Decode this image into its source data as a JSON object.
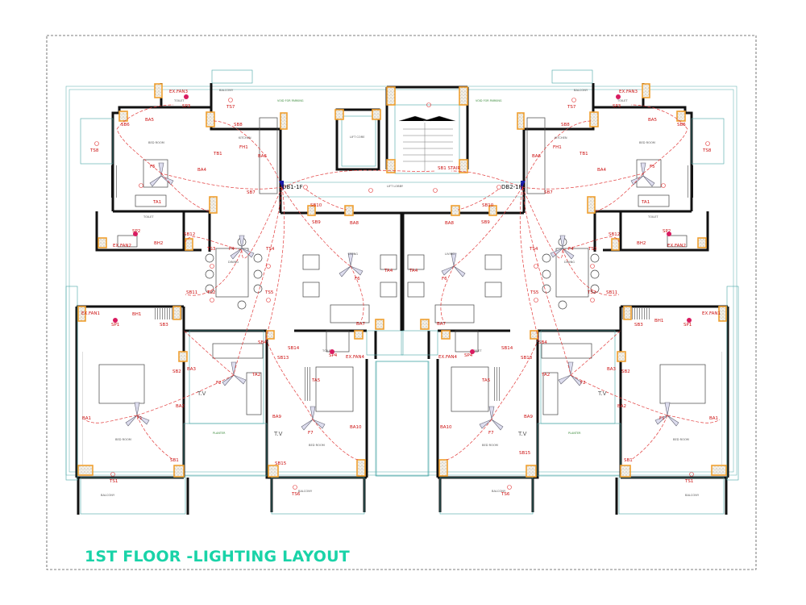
{
  "title": "1ST FLOOR -LIGHTING LAYOUT",
  "colors": {
    "circuit": "#e23b3b",
    "wall": "#111111",
    "column": "#f0a030",
    "outline": "#4aa7a7",
    "title": "#19d3a8",
    "db_marker": "#1a1aa8"
  },
  "panels": {
    "left": "DB1-1F",
    "right": "DB2-1F"
  },
  "fixtures_left": [
    {
      "id": "EX.FAN3"
    },
    {
      "id": "SP3"
    },
    {
      "id": "TS7"
    },
    {
      "id": "SB8"
    },
    {
      "id": "BA5"
    },
    {
      "id": "SB6"
    },
    {
      "id": "TS8"
    },
    {
      "id": "F5"
    },
    {
      "id": "BA4"
    },
    {
      "id": "TB1"
    },
    {
      "id": "FH1"
    },
    {
      "id": "BA6"
    },
    {
      "id": "SB7"
    },
    {
      "id": "TA1"
    },
    {
      "id": "BH2"
    },
    {
      "id": "SP2"
    },
    {
      "id": "SB12"
    },
    {
      "id": "EX.FAN2"
    },
    {
      "id": "TS3"
    },
    {
      "id": "F4"
    },
    {
      "id": "TS4"
    },
    {
      "id": "SB11"
    },
    {
      "id": "TS2"
    },
    {
      "id": "TS5"
    },
    {
      "id": "EX.FAN1"
    },
    {
      "id": "SP1"
    },
    {
      "id": "SB3"
    },
    {
      "id": "BH1"
    },
    {
      "id": "SB4"
    },
    {
      "id": "SB2"
    },
    {
      "id": "BA3"
    },
    {
      "id": "F2"
    },
    {
      "id": "TA2"
    },
    {
      "id": "BA2"
    },
    {
      "id": "F1"
    },
    {
      "id": "BA1"
    },
    {
      "id": "SB1"
    },
    {
      "id": "TS1"
    },
    {
      "id": "SB10"
    },
    {
      "id": "SB9"
    },
    {
      "id": "BA8"
    },
    {
      "id": "F6"
    },
    {
      "id": "TA4"
    },
    {
      "id": "SB14"
    },
    {
      "id": "BA7"
    },
    {
      "id": "SP4"
    },
    {
      "id": "EX.FAN4"
    },
    {
      "id": "SB13"
    },
    {
      "id": "TA5"
    },
    {
      "id": "BA9"
    },
    {
      "id": "F7"
    },
    {
      "id": "BA10"
    },
    {
      "id": "SB15"
    },
    {
      "id": "TS6"
    }
  ],
  "center": {
    "stair_label": "SB1 STAIR",
    "lift_label": "LIFT CORE",
    "lobby_label": "LIFT LOBBY"
  },
  "fixtures_right": [
    {
      "id": "EX.FAN3"
    },
    {
      "id": "SP3"
    },
    {
      "id": "TS7"
    },
    {
      "id": "SB8"
    },
    {
      "id": "BA5"
    },
    {
      "id": "SB6"
    },
    {
      "id": "TS8"
    },
    {
      "id": "F5"
    },
    {
      "id": "BA4"
    },
    {
      "id": "TB1"
    },
    {
      "id": "FH1"
    },
    {
      "id": "BA6"
    },
    {
      "id": "SB7"
    },
    {
      "id": "TA1"
    },
    {
      "id": "BH2"
    },
    {
      "id": "SP2"
    },
    {
      "id": "SB12"
    },
    {
      "id": "EX.FAN2"
    },
    {
      "id": "TS3"
    },
    {
      "id": "F4"
    },
    {
      "id": "TS4"
    },
    {
      "id": "SB11"
    },
    {
      "id": "TS2"
    },
    {
      "id": "TS5"
    },
    {
      "id": "EX.FAN1"
    },
    {
      "id": "SP1"
    },
    {
      "id": "SB3"
    },
    {
      "id": "BH1"
    },
    {
      "id": "SB4"
    },
    {
      "id": "SB2"
    },
    {
      "id": "BA3"
    },
    {
      "id": "F2"
    },
    {
      "id": "TA2"
    },
    {
      "id": "BA2"
    },
    {
      "id": "F1"
    },
    {
      "id": "BA1"
    },
    {
      "id": "SB1"
    },
    {
      "id": "TS1"
    },
    {
      "id": "SB10"
    },
    {
      "id": "SB9"
    },
    {
      "id": "BA8"
    },
    {
      "id": "F6"
    },
    {
      "id": "TA4"
    },
    {
      "id": "SB14"
    },
    {
      "id": "BA7"
    },
    {
      "id": "SP4"
    },
    {
      "id": "EX.FAN4"
    },
    {
      "id": "SB13"
    },
    {
      "id": "TA5"
    },
    {
      "id": "BA9"
    },
    {
      "id": "F7"
    },
    {
      "id": "BA10"
    },
    {
      "id": "SB15"
    },
    {
      "id": "TS6"
    }
  ],
  "rooms_left": [
    {
      "name": "BALCONY"
    },
    {
      "name": "TOILET"
    },
    {
      "name": "BED ROOM"
    },
    {
      "name": "KITCHEN"
    },
    {
      "name": "TOILET"
    },
    {
      "name": "DINING"
    },
    {
      "name": "LIVING"
    },
    {
      "name": "BED ROOM"
    },
    {
      "name": "BALCONY"
    },
    {
      "name": "TOILET"
    },
    {
      "name": "BED ROOM"
    },
    {
      "name": "BALCONY"
    },
    {
      "name": "VOID FOR PARKING"
    },
    {
      "name": "PLANTER"
    }
  ],
  "rooms_right": [
    {
      "name": "BALCONY"
    },
    {
      "name": "TOILET"
    },
    {
      "name": "BED ROOM"
    },
    {
      "name": "KITCHEN"
    },
    {
      "name": "TOILET"
    },
    {
      "name": "DINING"
    },
    {
      "name": "LIVING"
    },
    {
      "name": "BED ROOM"
    },
    {
      "name": "BALCONY"
    },
    {
      "name": "TOILET"
    },
    {
      "name": "BED ROOM"
    },
    {
      "name": "BALCONY"
    },
    {
      "name": "VOID FOR PARKING"
    },
    {
      "name": "PLANTER"
    }
  ],
  "tv_labels": [
    "T.V",
    "T.V",
    "T.V",
    "T.V"
  ]
}
